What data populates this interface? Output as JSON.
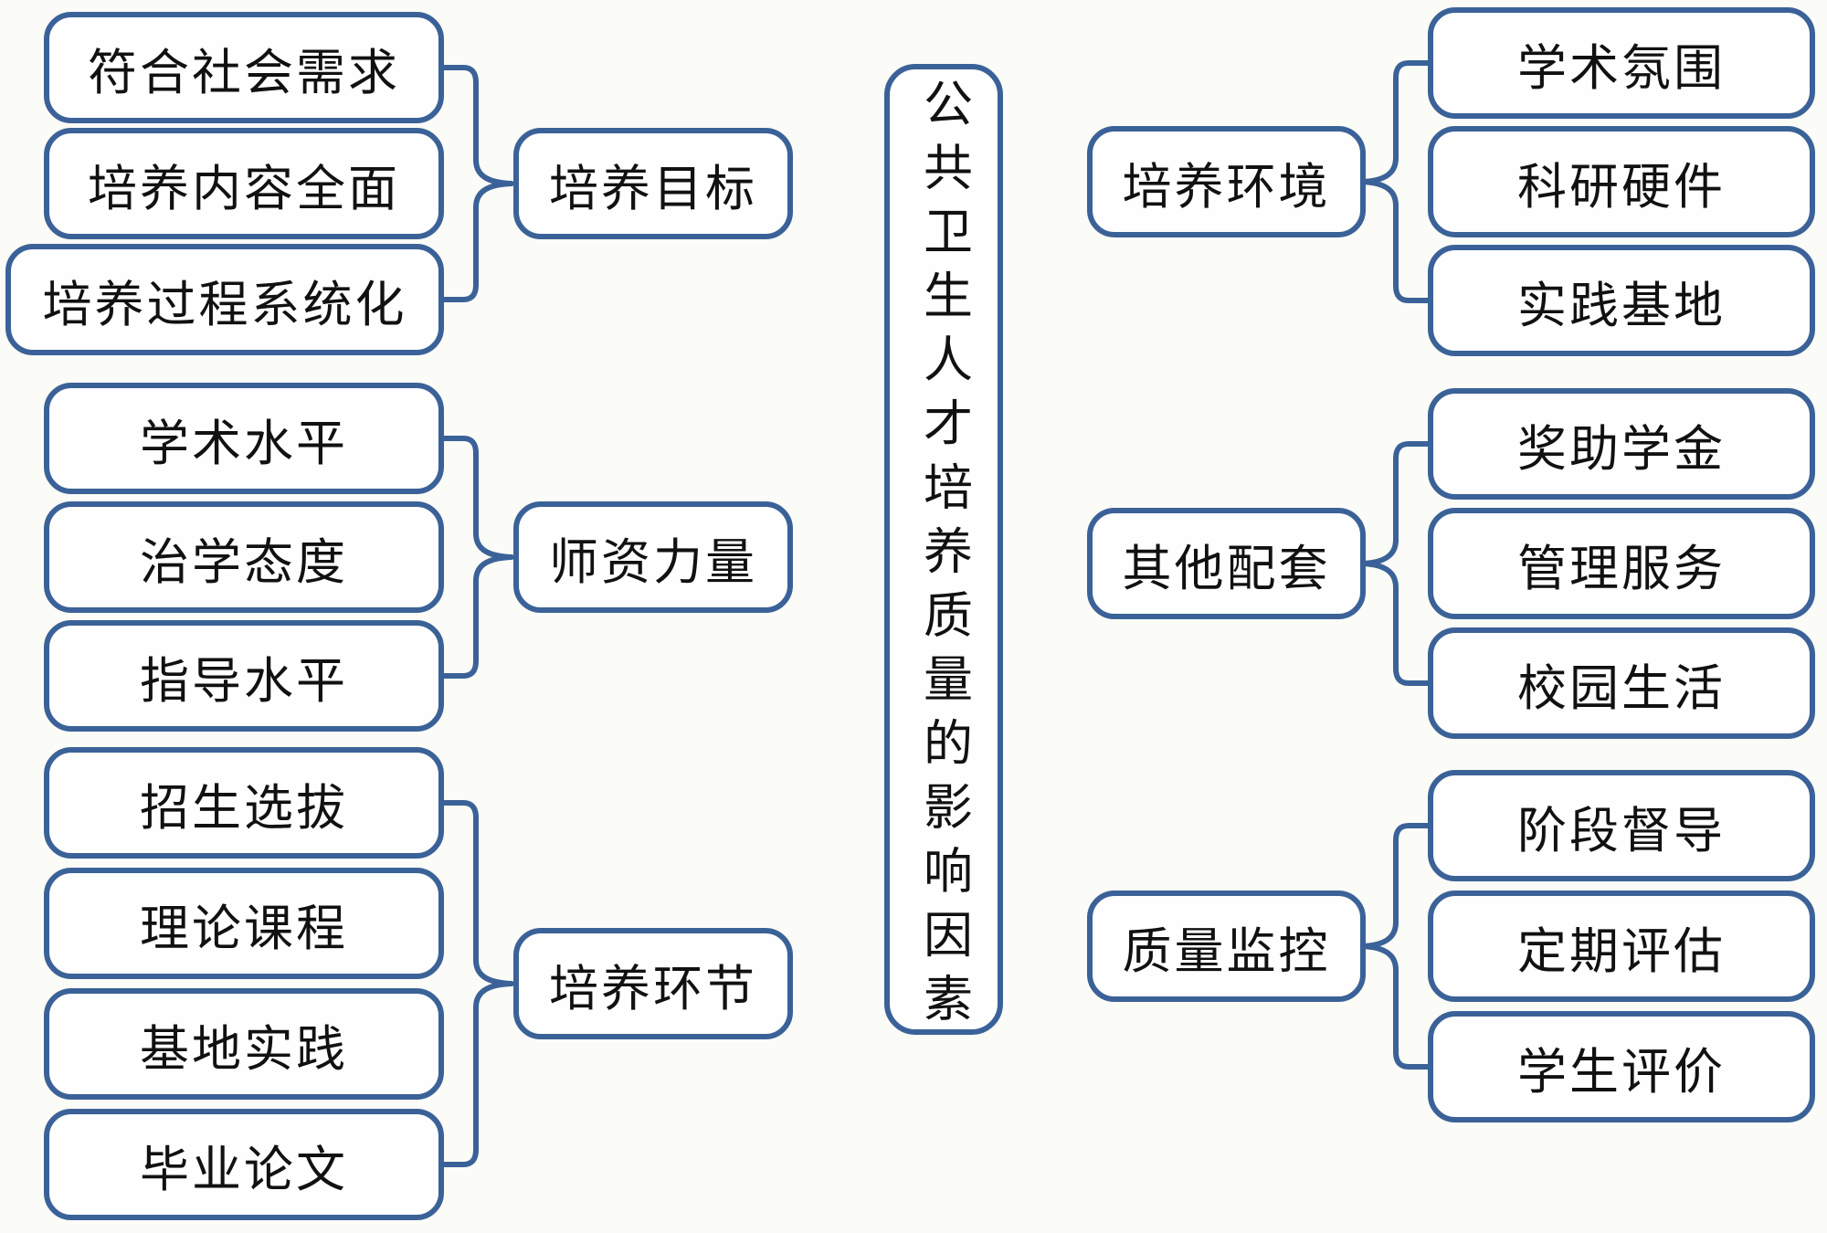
{
  "diagram_title": "公共卫生人才培养质量的影响因素",
  "colors": {
    "outline": "#3b6298",
    "text": "#111111",
    "fill": "#fefefe",
    "background": "#fbfbf7"
  },
  "center": {
    "label": "公共卫生人才培养质量的影响因素"
  },
  "groups": [
    {
      "parent": "培养目标",
      "side": "left",
      "children": [
        "符合社会需求",
        "培养内容全面",
        "培养过程系统化"
      ]
    },
    {
      "parent": "师资力量",
      "side": "left",
      "children": [
        "学术水平",
        "治学态度",
        "指导水平"
      ]
    },
    {
      "parent": "培养环节",
      "side": "left",
      "children": [
        "招生选拔",
        "理论课程",
        "基地实践",
        "毕业论文"
      ]
    },
    {
      "parent": "培养环境",
      "side": "right",
      "children": [
        "学术氛围",
        "科研硬件",
        "实践基地"
      ]
    },
    {
      "parent": "其他配套",
      "side": "right",
      "children": [
        "奖助学金",
        "管理服务",
        "校园生活"
      ]
    },
    {
      "parent": "质量监控",
      "side": "right",
      "children": [
        "阶段督导",
        "定期评估",
        "学生评价"
      ]
    }
  ]
}
